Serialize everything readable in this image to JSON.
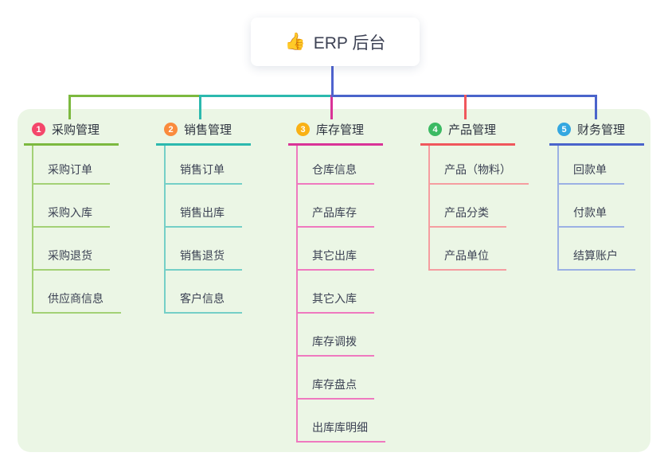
{
  "root": {
    "icon_glyph": "👍",
    "label": "ERP 后台",
    "line_color": "#4f63cf"
  },
  "panel": {
    "background": "#ebf6e5"
  },
  "branches": [
    {
      "num": "1",
      "label": "采购管理",
      "badge_color": "#f4476b",
      "line_color": "#7cb93f",
      "child_line_color": "#a3d175",
      "children": [
        "采购订单",
        "采购入库",
        "采购退货",
        "供应商信息"
      ]
    },
    {
      "num": "2",
      "label": "销售管理",
      "badge_color": "#fa8b3d",
      "line_color": "#2cb9ae",
      "child_line_color": "#74cfc7",
      "children": [
        "销售订单",
        "销售出库",
        "销售退货",
        "客户信息"
      ]
    },
    {
      "num": "3",
      "label": "库存管理",
      "badge_color": "#f9b115",
      "line_color": "#d93397",
      "child_line_color": "#ef79bf",
      "children": [
        "仓库信息",
        "产品库存",
        "其它出库",
        "其它入库",
        "库存调拨",
        "库存盘点",
        "出库库明细"
      ]
    },
    {
      "num": "4",
      "label": "产品管理",
      "badge_color": "#3cba63",
      "line_color": "#f0575c",
      "child_line_color": "#f59da0",
      "children": [
        "产品（物料）",
        "产品分类",
        "产品单位"
      ]
    },
    {
      "num": "5",
      "label": "财务管理",
      "badge_color": "#34a7e0",
      "line_color": "#4a64cb",
      "child_line_color": "#9bb0e4",
      "children": [
        "回款单",
        "付款单",
        "结算账户"
      ]
    }
  ]
}
